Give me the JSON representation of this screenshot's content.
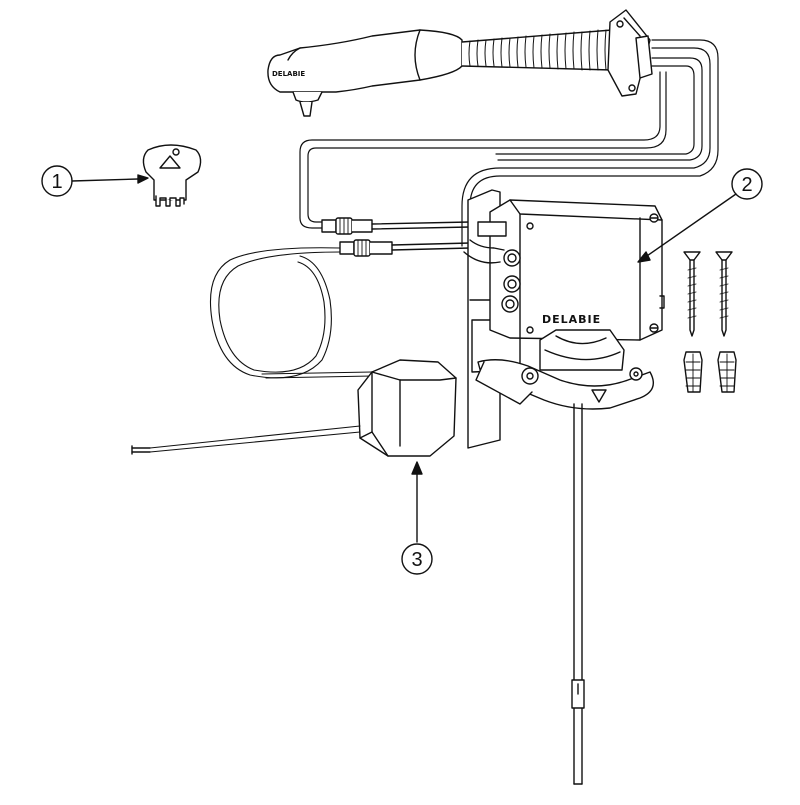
{
  "diagram": {
    "callouts": [
      {
        "id": "callout-1",
        "label": "1",
        "part": "key"
      },
      {
        "id": "callout-2",
        "label": "2",
        "part": "control-box"
      },
      {
        "id": "callout-3",
        "label": "3",
        "part": "transformer"
      }
    ],
    "brand_text_box": "DELABIE",
    "brand_text_spout": "DELABIE",
    "colors": {
      "line": "#111111",
      "background": "#ffffff"
    }
  }
}
